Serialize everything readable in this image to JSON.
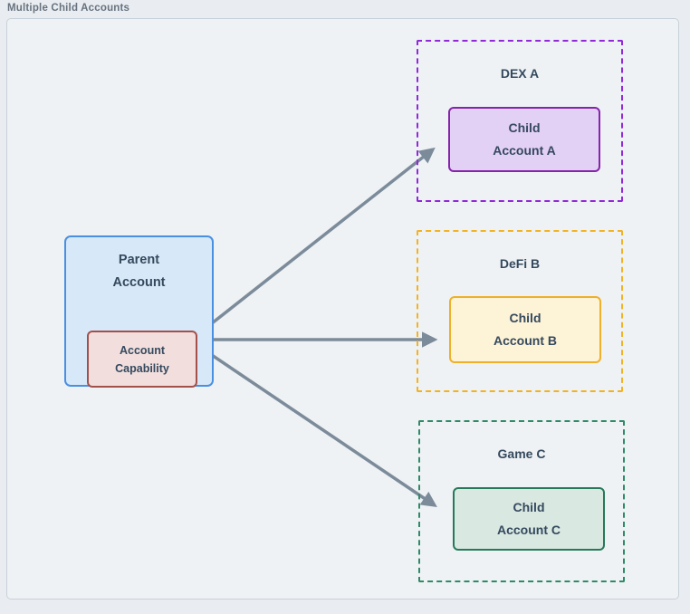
{
  "title": "Multiple Child Accounts",
  "diagram": {
    "parent": {
      "lines": {
        "0": "Parent",
        "1": "Account"
      },
      "fill": "#d7e8f8",
      "border": "#4a90e2",
      "capability": {
        "lines": {
          "0": "Account",
          "1": "Capability"
        },
        "fill": "#f1dedd",
        "border": "#a4504a"
      }
    },
    "children": [
      {
        "container_label": "DEX A",
        "box_lines": {
          "0": "Child",
          "1": "Account A"
        },
        "dash_color": "#9128d9",
        "box_border": "#8624ab",
        "box_fill": "#e3d0f5"
      },
      {
        "container_label": "DeFi B",
        "box_lines": {
          "0": "Child",
          "1": "Account B"
        },
        "dash_color": "#f2b322",
        "box_border": "#efb02a",
        "box_fill": "#fdf3d7"
      },
      {
        "container_label": "Game C",
        "box_lines": {
          "0": "Child",
          "1": "Account C"
        },
        "dash_color": "#2f8a66",
        "box_border": "#27795a",
        "box_fill": "#d9e8e1"
      }
    ],
    "arrow_color": "#7c8b9a"
  }
}
